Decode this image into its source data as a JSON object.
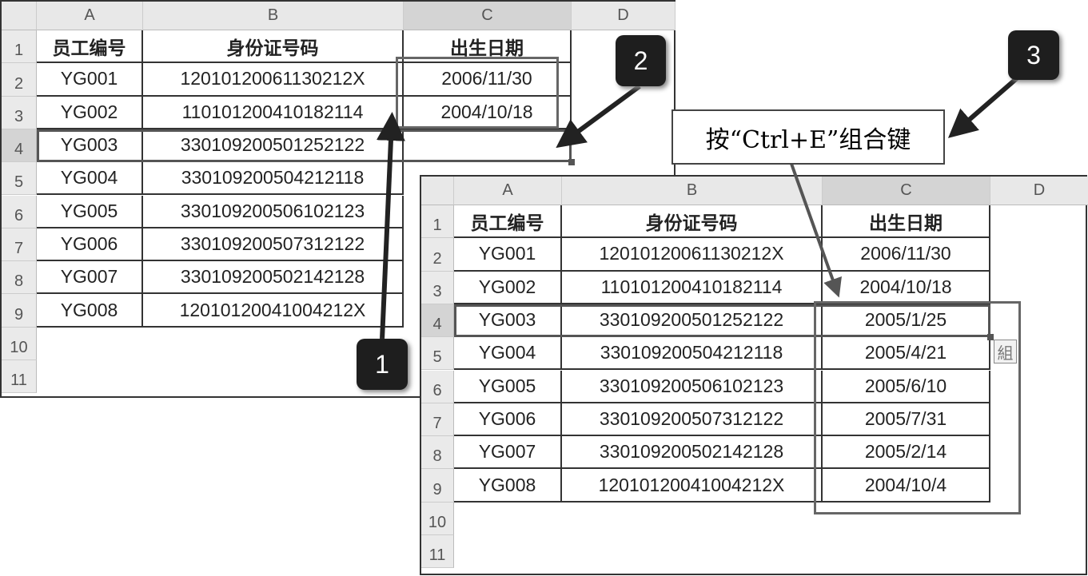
{
  "columns": [
    "A",
    "B",
    "C",
    "D"
  ],
  "headers": [
    "员工编号",
    "身份证号码",
    "出生日期"
  ],
  "row_numbers": [
    "1",
    "2",
    "3",
    "4",
    "5",
    "6",
    "7",
    "8",
    "9",
    "10",
    "11"
  ],
  "rows": [
    {
      "id": "YG001",
      "idcard": "12010120061130212X",
      "birth": "2006/11/30"
    },
    {
      "id": "YG002",
      "idcard": "110101200410182114",
      "birth": "2004/10/18"
    },
    {
      "id": "YG003",
      "idcard": "330109200501252122",
      "birth": "2005/1/25"
    },
    {
      "id": "YG004",
      "idcard": "330109200504212118",
      "birth": "2005/4/21"
    },
    {
      "id": "YG005",
      "idcard": "330109200506102123",
      "birth": "2005/6/10"
    },
    {
      "id": "YG006",
      "idcard": "330109200507312122",
      "birth": "2005/7/31"
    },
    {
      "id": "YG007",
      "idcard": "330109200502142128",
      "birth": "2005/2/14"
    },
    {
      "id": "YG008",
      "idcard": "12010120041004212X",
      "birth": "2004/10/4"
    }
  ],
  "before_filled_births": 2,
  "badges": [
    "1",
    "2",
    "3"
  ],
  "callout": "按“Ctrl+E”组合键",
  "flash_fill_icon": "flash-fill-options-icon",
  "colors": {
    "badge": "#1e1e1e",
    "highlight": "#666666",
    "arrow": "#222222",
    "callout_arrow": "#555555"
  }
}
